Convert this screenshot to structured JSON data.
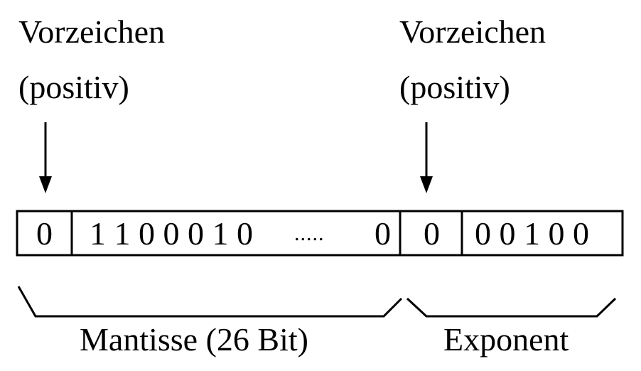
{
  "labels": {
    "sign_left_line1": "Vorzeichen",
    "sign_left_line2": "(positiv)",
    "sign_right_line1": "Vorzeichen",
    "sign_right_line2": "(positiv)"
  },
  "register": {
    "mantissa_sign": "0",
    "mantissa_bits": "1 1 0 0 0 1 0",
    "ellipsis": ".....",
    "mantissa_last": "0",
    "exponent_sign": "0",
    "exponent_bits": "0 0 1 0 0"
  },
  "braces": {
    "mantissa_label": "Mantisse (26 Bit)",
    "exponent_label": "Exponent"
  }
}
